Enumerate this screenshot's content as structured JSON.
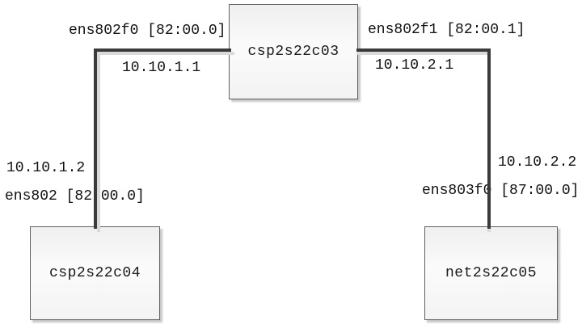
{
  "diagram": {
    "type": "network-topology",
    "nodes": {
      "top": {
        "label": "csp2s22c03"
      },
      "bottom_left": {
        "label": "csp2s22c04"
      },
      "bottom_right": {
        "label": "net2s22c05"
      }
    },
    "links": {
      "left": {
        "from_node": "csp2s22c03",
        "to_node": "csp2s22c04",
        "top_interface": "ens802f0 [82:00.0]",
        "top_ip": "10.10.1.1",
        "bottom_ip": "10.10.1.2",
        "bottom_interface": "ens802 [82:00.0]"
      },
      "right": {
        "from_node": "csp2s22c03",
        "to_node": "net2s22c05",
        "top_interface": "ens802f1 [82:00.1]",
        "top_ip": "10.10.2.1",
        "bottom_ip": "10.10.2.2",
        "bottom_interface": "ens803f0 [87:00.0]"
      }
    },
    "colors": {
      "background": "#ffffff",
      "link_line": "#3a3a3a",
      "link_shadow": "#dadada",
      "node_border": "#606060",
      "node_fill_top": "#efefef",
      "node_fill_bottom": "#f3f3f3",
      "text": "#111111"
    }
  }
}
